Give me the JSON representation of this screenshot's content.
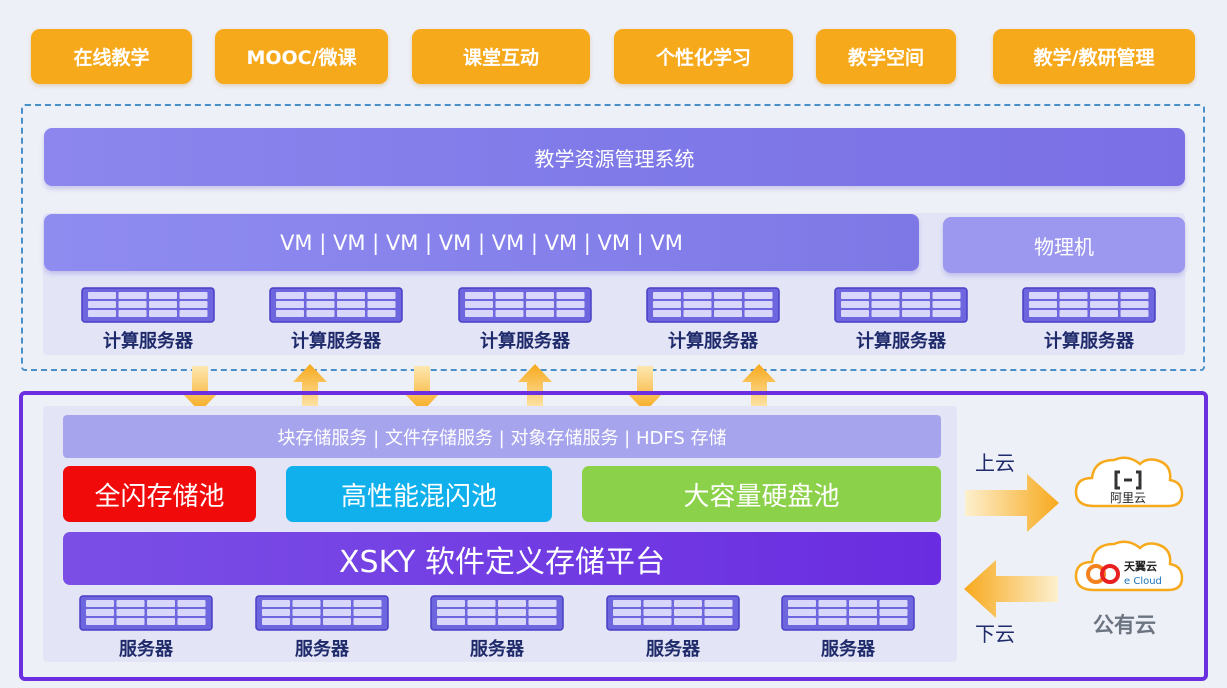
{
  "apps": [
    "在线教学",
    "MOOC/微课",
    "课堂互动",
    "个性化学习",
    "教学空间",
    "教学/教研管理"
  ],
  "resource_system": "教学资源管理系统",
  "vm_bar": "VM | VM | VM | VM | VM | VM | VM | VM",
  "physical_machine": "物理机",
  "compute_server_label": "计算服务器",
  "compute_servers": [
    "计算服务器",
    "计算服务器",
    "计算服务器",
    "计算服务器",
    "计算服务器",
    "计算服务器"
  ],
  "storage_services": "块存储服务 | 文件存储服务 | 对象存储服务 | HDFS 存储",
  "pools": [
    {
      "label": "全闪存储池",
      "color": "#f00a0a"
    },
    {
      "label": "高性能混闪池",
      "color": "#10b0ec"
    },
    {
      "label": "大容量硬盘池",
      "color": "#8cd14a"
    }
  ],
  "platform": "XSKY 软件定义存储平台",
  "storage_servers": [
    "服务器",
    "服务器",
    "服务器",
    "服务器",
    "服务器"
  ],
  "cloud": {
    "upload_label": "上云",
    "download_label": "下云",
    "aliyun_label": "阿里云",
    "tianyi_label": "天翼云",
    "tianyi_sub": "e Cloud",
    "public_cloud": "公有云"
  },
  "colors": {
    "accent_orange": "#f7a91c",
    "purple_border": "#6b2fe0",
    "dashed_border": "#4a90c8"
  }
}
